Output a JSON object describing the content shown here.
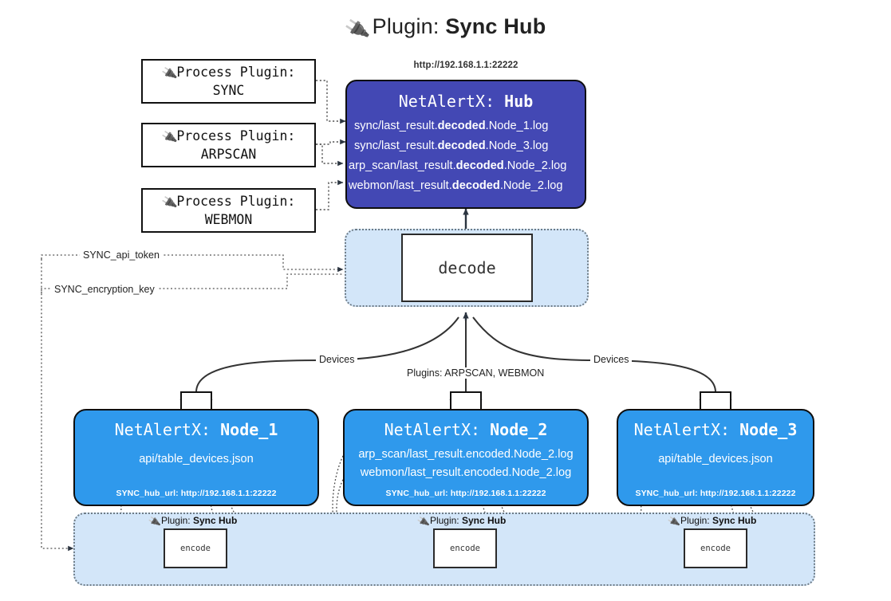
{
  "title": {
    "icon": "plug-icon",
    "prefix": "Plugin:",
    "name": "Sync Hub"
  },
  "process_plugins": [
    {
      "label": "Process Plugin:",
      "value": "SYNC",
      "icon": "plug-icon"
    },
    {
      "label": "Process Plugin:",
      "value": "ARPSCAN",
      "icon": "plug-icon"
    },
    {
      "label": "Process Plugin:",
      "value": "WEBMON",
      "icon": "plug-icon"
    }
  ],
  "hub": {
    "url": "http://192.168.1.1:22222",
    "title_prefix": "NetAlertX:",
    "title_name": "Hub",
    "lines": [
      {
        "pre": "sync/last_result.",
        "em": "decoded",
        "post": ".Node_1.log"
      },
      {
        "pre": "sync/last_result.",
        "em": "decoded",
        "post": ".Node_3.log"
      },
      {
        "pre": "arp_scan/last_result.",
        "em": "decoded",
        "post": ".Node_2.log"
      },
      {
        "pre": "webmon/last_result.",
        "em": "decoded",
        "post": ".Node_2.log"
      }
    ]
  },
  "decode": {
    "label": "decode"
  },
  "secrets": [
    {
      "label": "SYNC_api_token"
    },
    {
      "label": "SYNC_encryption_key"
    }
  ],
  "edge_labels": {
    "devices_left": "Devices",
    "devices_right": "Devices",
    "plugins_center": "Plugins: ARPSCAN, WEBMON"
  },
  "nodes": [
    {
      "title_prefix": "NetAlertX:",
      "title_name": "Node_1",
      "lines": [
        "api/table_devices.json"
      ],
      "footer": "SYNC_hub_url: http://192.168.1.1:22222",
      "icon": "envelope-icon"
    },
    {
      "title_prefix": "NetAlertX:",
      "title_name": "Node_2",
      "lines": [
        "arp_scan/last_result.encoded.Node_2.log",
        "webmon/last_result.encoded.Node_2.log"
      ],
      "footer": "SYNC_hub_url: http://192.168.1.1:22222",
      "icon": "envelope-icon"
    },
    {
      "title_prefix": "NetAlertX:",
      "title_name": "Node_3",
      "lines": [
        "api/table_devices.json"
      ],
      "footer": "SYNC_hub_url: http://192.168.1.1:22222",
      "icon": "envelope-icon"
    }
  ],
  "encoders": [
    {
      "tag_prefix": "Plugin:",
      "tag_name": "Sync Hub",
      "label": "encode",
      "icon": "plug-icon"
    },
    {
      "tag_prefix": "Plugin:",
      "tag_name": "Sync Hub",
      "label": "encode",
      "icon": "plug-icon"
    },
    {
      "tag_prefix": "Plugin:",
      "tag_name": "Sync Hub",
      "label": "encode",
      "icon": "plug-icon"
    }
  ],
  "colors": {
    "hub_fill": "#4348b4",
    "node_fill": "#2f99ec",
    "container_fill": "#d3e6f9",
    "stroke": "#0e0e0e",
    "edge": "#333333"
  }
}
